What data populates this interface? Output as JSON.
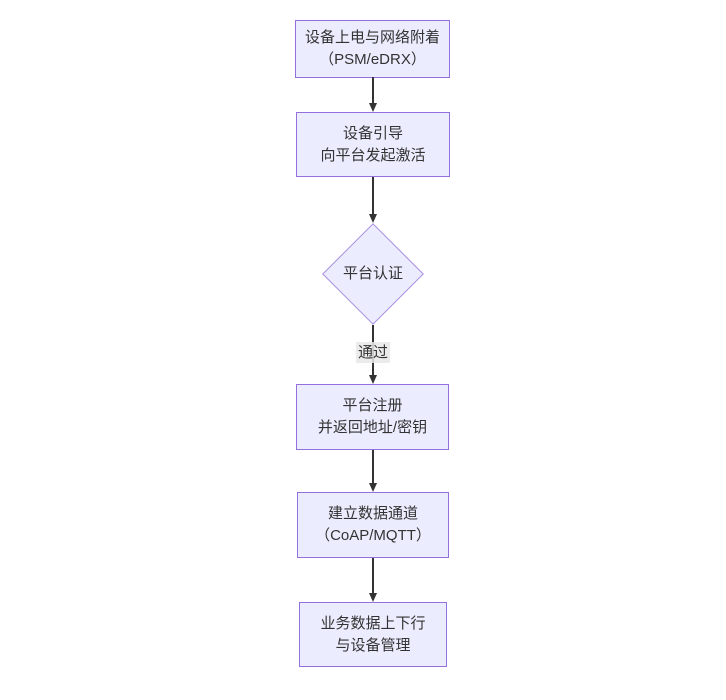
{
  "diagram": {
    "type": "flowchart",
    "direction": "top-down",
    "colors": {
      "background": "#ffffff",
      "node_fill": "#ECECFF",
      "node_border": "#9370DB",
      "arrow": "#333333",
      "text": "#333333",
      "edge_label_bg": "#e8e8e8"
    },
    "nodes": [
      {
        "shape": "rect",
        "lines": [
          "设备上电与网络附着",
          "（PSM/eDRX）"
        ]
      },
      {
        "shape": "rect",
        "lines": [
          "设备引导",
          "向平台发起激活"
        ]
      },
      {
        "shape": "diamond",
        "lines": [
          "平台认证"
        ]
      },
      {
        "shape": "rect",
        "lines": [
          "平台注册",
          "并返回地址/密钥"
        ]
      },
      {
        "shape": "rect",
        "lines": [
          "建立数据通道",
          "（CoAP/MQTT）"
        ]
      },
      {
        "shape": "rect",
        "lines": [
          "业务数据上下行",
          "与设备管理"
        ]
      }
    ],
    "edges": [
      {
        "from": 0,
        "to": 1,
        "label": ""
      },
      {
        "from": 1,
        "to": 2,
        "label": ""
      },
      {
        "from": 2,
        "to": 3,
        "label": "通过"
      },
      {
        "from": 3,
        "to": 4,
        "label": ""
      },
      {
        "from": 4,
        "to": 5,
        "label": ""
      }
    ]
  }
}
